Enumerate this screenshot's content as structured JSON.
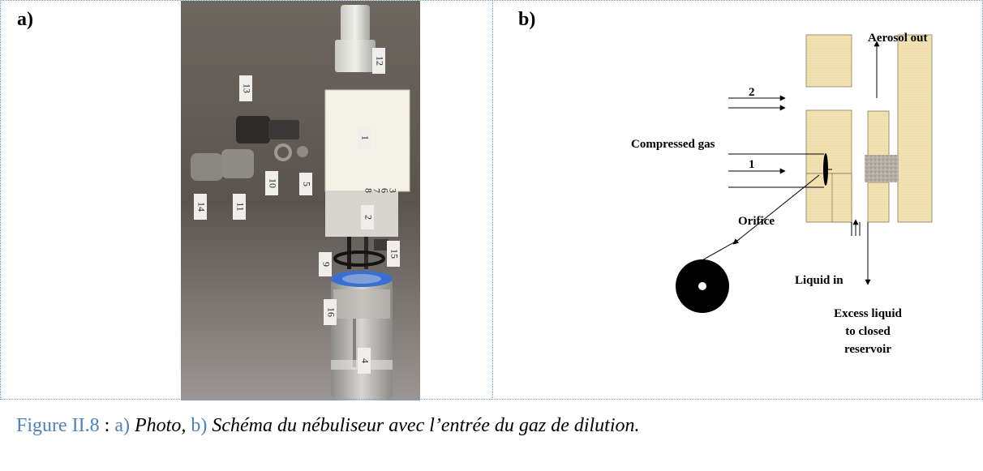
{
  "panels": {
    "a": {
      "label": "a)"
    },
    "b": {
      "label": "b)"
    }
  },
  "photo": {
    "part_tags": [
      "12",
      "13",
      "1",
      "3",
      "6",
      "7",
      "8",
      "10",
      "5",
      "14",
      "11",
      "2",
      "9",
      "15",
      "16",
      "4"
    ]
  },
  "schematic": {
    "labels": {
      "aerosol_out": "Aerosol out",
      "inlet_2": "2",
      "compressed_gas": "Compressed gas",
      "inlet_1": "1",
      "orifice": "Orifice",
      "liquid_in": "Liquid in",
      "excess_line1": "Excess liquid",
      "excess_line2": "to closed",
      "excess_line3": "reservoir"
    },
    "colors": {
      "block_fill": "#f2e3b4",
      "block_stroke": "#8a7a5a",
      "plug": "#a9a39a"
    }
  },
  "caption": {
    "figure": "Figure II.8",
    "sep": " : ",
    "a_tag": "a)",
    "a_text": "Photo,",
    "b_tag": "b)",
    "b_text": "Schéma du nébuliseur avec l’entrée du gaz de dilution.",
    "color": "#4f81bd"
  }
}
